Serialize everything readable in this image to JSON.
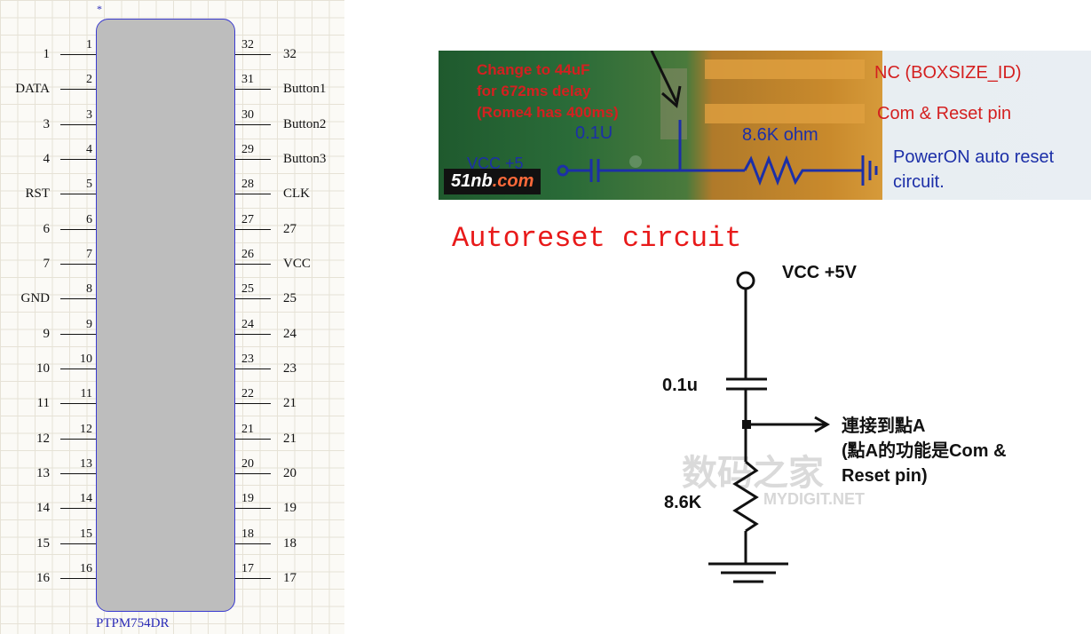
{
  "ic": {
    "part_name": "PTPM754DR",
    "pin1_marker": "*",
    "left_pins": [
      {
        "num": "1",
        "name": "1"
      },
      {
        "num": "2",
        "name": "DATA"
      },
      {
        "num": "3",
        "name": "3"
      },
      {
        "num": "4",
        "name": "4"
      },
      {
        "num": "5",
        "name": "RST"
      },
      {
        "num": "6",
        "name": "6"
      },
      {
        "num": "7",
        "name": "7"
      },
      {
        "num": "8",
        "name": "GND"
      },
      {
        "num": "9",
        "name": "9"
      },
      {
        "num": "10",
        "name": "10"
      },
      {
        "num": "11",
        "name": "11"
      },
      {
        "num": "12",
        "name": "12"
      },
      {
        "num": "13",
        "name": "13"
      },
      {
        "num": "14",
        "name": "14"
      },
      {
        "num": "15",
        "name": "15"
      },
      {
        "num": "16",
        "name": "16"
      }
    ],
    "right_pins": [
      {
        "num": "32",
        "name": "32"
      },
      {
        "num": "31",
        "name": "Button1"
      },
      {
        "num": "30",
        "name": "Button2"
      },
      {
        "num": "29",
        "name": "Button3"
      },
      {
        "num": "28",
        "name": "CLK"
      },
      {
        "num": "27",
        "name": "27"
      },
      {
        "num": "26",
        "name": "VCC"
      },
      {
        "num": "25",
        "name": "25"
      },
      {
        "num": "24",
        "name": "24"
      },
      {
        "num": "23",
        "name": "23"
      },
      {
        "num": "22",
        "name": "21"
      },
      {
        "num": "21",
        "name": "21"
      },
      {
        "num": "20",
        "name": "20"
      },
      {
        "num": "19",
        "name": "19"
      },
      {
        "num": "18",
        "name": "18"
      },
      {
        "num": "17",
        "name": "17"
      }
    ]
  },
  "photo": {
    "note_line1": "Change to 44uF",
    "note_line2": "for 672ms delay",
    "note_line3": "(Rome4 has 400ms)",
    "nc_label": "NC (BOXSIZE_ID)",
    "com_label": "Com & Reset pin",
    "cap_label": "0.1U",
    "res_label": "8.6K ohm",
    "vcc_label": "VCC +5",
    "power_line1": "PowerON auto reset",
    "power_line2": "circuit.",
    "logo_main": "51nb",
    "logo_accent": ".com"
  },
  "autoreset": {
    "title": "Autoreset circuit",
    "vcc_label": "VCC +5V",
    "cap_label": "0.1u",
    "res_label": "8.6K",
    "point_line1": "連接到點A",
    "point_line2": "(點A的功能是Com &",
    "point_line3": "Reset pin)",
    "watermark": "数码之家",
    "watermark_sub": "MYDIGIT.NET"
  },
  "colors": {
    "photo_red_text": "#d42020",
    "photo_blue_text": "#1c2fa8",
    "title_red": "#e81a1a",
    "chip_outline": "#3b3bd0"
  }
}
